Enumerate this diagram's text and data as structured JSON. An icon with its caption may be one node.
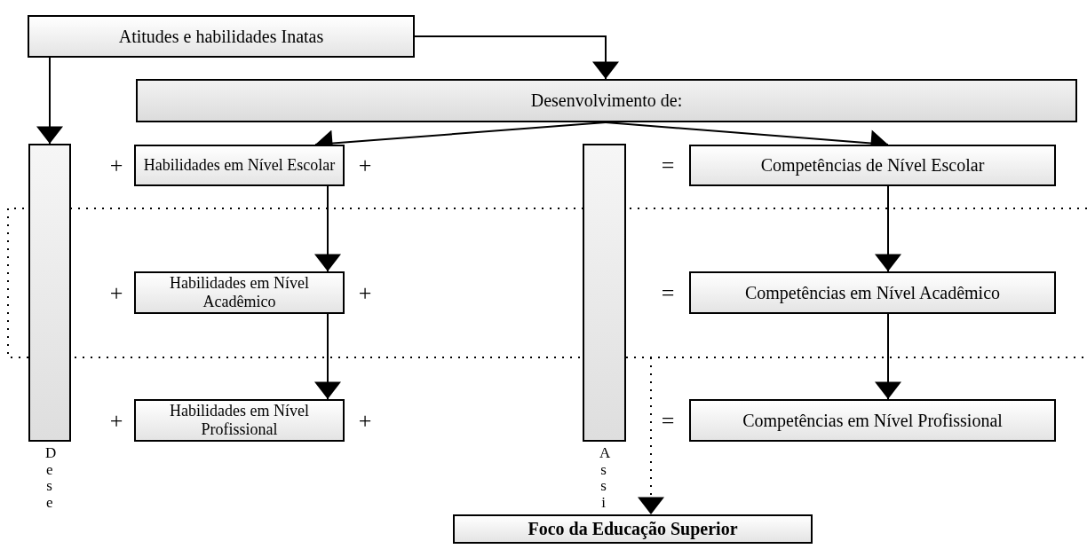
{
  "diagram": {
    "nodes": [
      {
        "text": [
          "Atitudes e habilidades Inatas"
        ]
      },
      {
        "text": [
          "Desenvolvimento de:"
        ]
      },
      {
        "text": [],
        "shape": "bar",
        "beside": [
          "Dese"
        ]
      },
      {
        "text": [
          "Habilidades em Nível Escolar"
        ]
      },
      {
        "text": [],
        "shape": "bar",
        "beside": [
          "Assi"
        ]
      },
      {
        "text": [
          "Competências de Nível Escolar"
        ]
      },
      {
        "text": [
          "Habilidades em Nível Acadêmico"
        ]
      },
      {
        "text": [
          "Competências em Nível Acadêmico"
        ]
      },
      {
        "text": [
          "Habilidades em Nível Profissional"
        ]
      },
      {
        "text": [
          "Competências em Nível Profissional"
        ]
      },
      {
        "text": [
          "Foco da Educação Superior"
        ]
      }
    ],
    "edges": [
      {
        "from": 0,
        "to": 1,
        "arrow": "to"
      },
      {
        "from": 0,
        "to": 2,
        "arrow": "to"
      },
      {
        "from": 1,
        "to": 3,
        "arrow": "to"
      },
      {
        "from": 1,
        "to": 5,
        "arrow": "to"
      },
      {
        "from": 3,
        "to": 6,
        "arrow": "to"
      },
      {
        "from": 6,
        "to": 8,
        "arrow": "to"
      },
      {
        "from": 5,
        "to": 7,
        "arrow": "to"
      },
      {
        "from": 7,
        "to": 9,
        "arrow": "to"
      },
      {
        "from": null,
        "to": 10,
        "arrow": "to",
        "style": "dashed"
      }
    ],
    "labels": [
      "+",
      "+",
      "=",
      "+",
      "+",
      "=",
      "+",
      "+",
      "="
    ]
  }
}
